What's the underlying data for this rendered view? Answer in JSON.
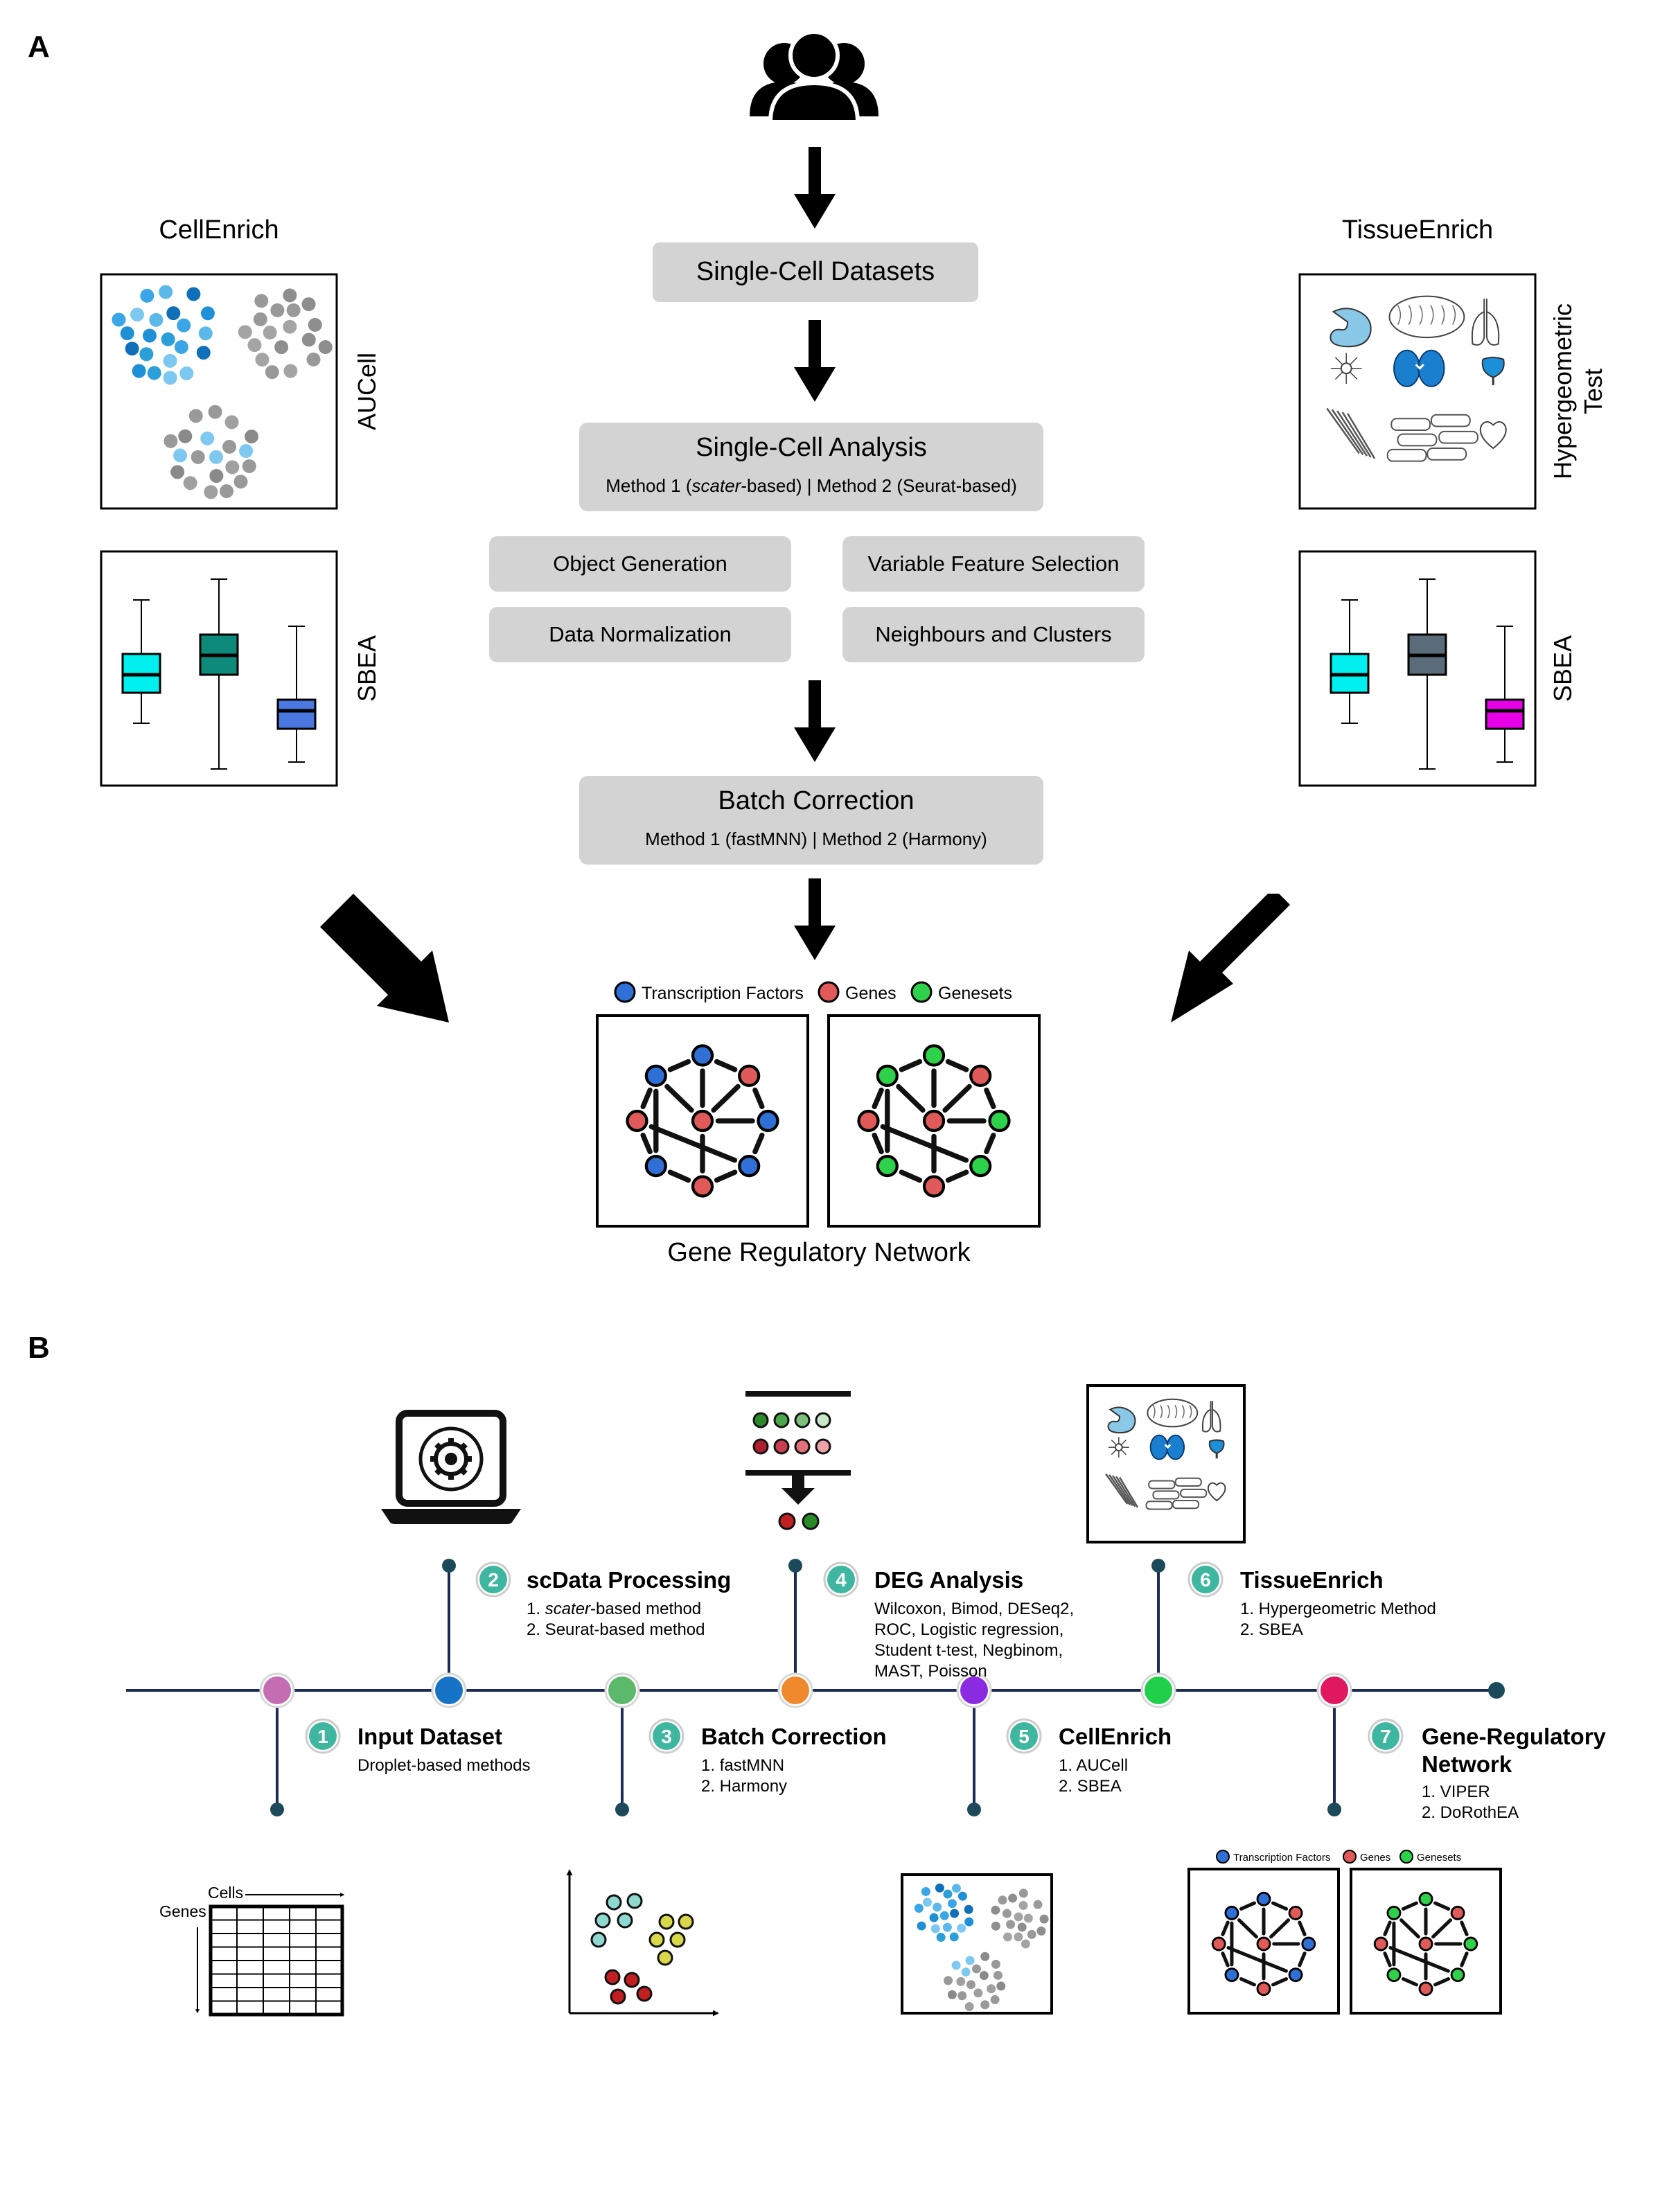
{
  "panel_a": {
    "letter": "A",
    "cellenrich": {
      "title": "CellEnrich",
      "aucell_label": "AUCell",
      "sbea_label": "SBEA"
    },
    "tissueenrich": {
      "title": "TissueEnrich",
      "hyper_line1": "Hypergeometric",
      "hyper_line2": "Test",
      "sbea_label": "SBEA"
    },
    "datasets_box": "Single-Cell Datasets",
    "analysis": {
      "title": "Single-Cell Analysis",
      "sub_prefix": "Method 1 (",
      "sub_italic": "scater",
      "sub_suffix": "-based) | Method 2 (Seurat-based)"
    },
    "steps": [
      "Object Generation",
      "Variable Feature Selection",
      "Data Normalization",
      "Neighbours and Clusters"
    ],
    "batch": {
      "title": "Batch Correction",
      "sub": "Method 1 (fastMNN) | Method 2 (Harmony)"
    },
    "legend": [
      "Transcription Factors",
      "Genes",
      "Genesets"
    ],
    "grn_title": "Gene Regulatory Network"
  },
  "panel_b": {
    "letter": "B",
    "stages": [
      {
        "num": "1",
        "title": "Input Dataset",
        "lines": [
          "Droplet-based methods"
        ],
        "dot_color": "#c46db2"
      },
      {
        "num": "2",
        "title": "scData Processing",
        "lines_html": [
          "1. ",
          "scater",
          "-based method"
        ],
        "lines": [
          "2. Seurat-based method"
        ],
        "dot_color": "#1673c6"
      },
      {
        "num": "3",
        "title": "Batch Correction",
        "lines": [
          "1. fastMNN",
          "2. Harmony"
        ],
        "dot_color": "#5cb86a"
      },
      {
        "num": "4",
        "title": "DEG Analysis",
        "lines": [
          "Wilcoxon, Bimod, DESeq2,",
          "ROC, Logistic regression,",
          "Student t-test, Negbinom,",
          "MAST, Poisson"
        ],
        "dot_color": "#f0882e"
      },
      {
        "num": "5",
        "title": "CellEnrich",
        "lines": [
          "1. AUCell",
          "2. SBEA"
        ],
        "dot_color": "#8a2be2"
      },
      {
        "num": "6",
        "title": "TissueEnrich",
        "lines": [
          "1. Hypergeometric Method",
          "2. SBEA"
        ],
        "dot_color": "#20d04a"
      },
      {
        "num": "7",
        "title": "Gene-Regulatory",
        "title2": "Network",
        "lines": [
          "1. VIPER",
          "2. DoRothEA"
        ],
        "dot_color": "#e0185f"
      }
    ],
    "matrix_labels": {
      "cells": "Cells",
      "genes": "Genes"
    },
    "legend": [
      "Transcription Factors",
      "Genes",
      "Genesets"
    ]
  },
  "colors": {
    "box_gray": "#d3d3d3",
    "tf_blue": "#2f6fd6",
    "gene_red": "#e05a5a",
    "geneset_green": "#2ed14a",
    "timeline": "#1c2a56",
    "badge": "#3fb7a0",
    "cyan": "#00f0f0",
    "teal": "#0d8a7a",
    "cornflower": "#4a78e0",
    "slate": "#5a6b7a",
    "magenta": "#e800e8"
  },
  "icons": [
    "users-icon",
    "laptop-gear-icon",
    "deg-filter-icon",
    "organs-icon",
    "matrix-icon",
    "scatter-icon",
    "cluster-icon",
    "network-icon"
  ]
}
